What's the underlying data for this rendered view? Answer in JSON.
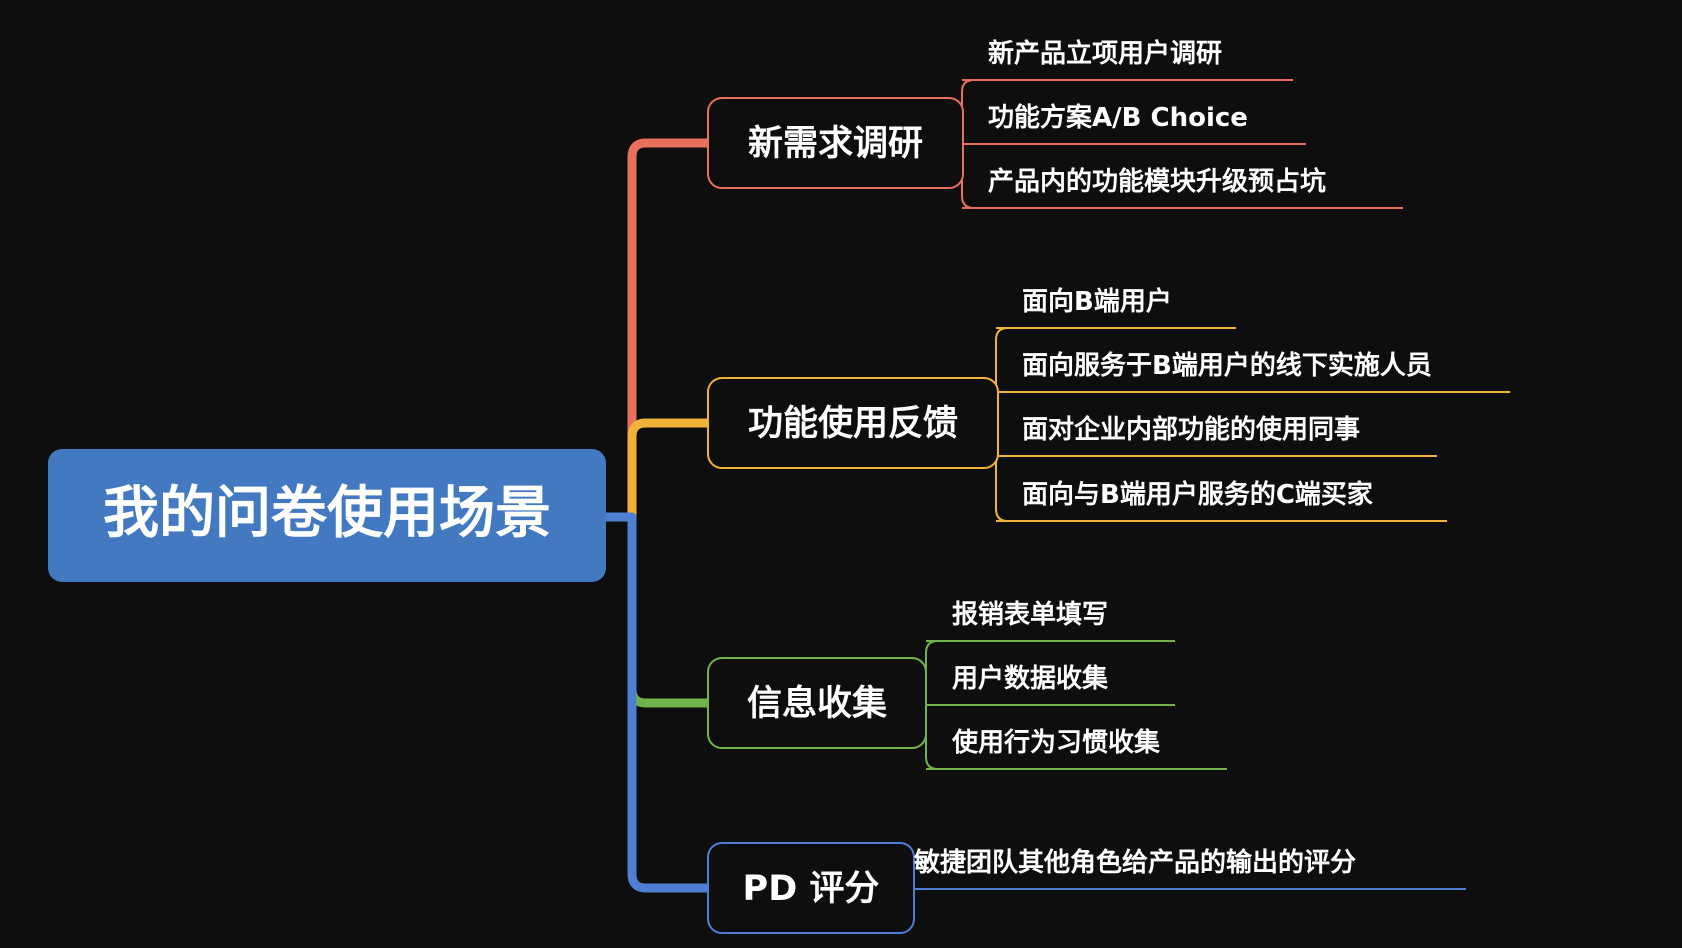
{
  "root": {
    "label": "我的问卷使用场景",
    "color": "#4379c0"
  },
  "branches": [
    {
      "label": "新需求调研",
      "color": "#e8705c",
      "leaves": [
        "新产品立项用户调研",
        "功能方案A/B Choice",
        "产品内的功能模块升级预占坑"
      ]
    },
    {
      "label": "功能使用反馈",
      "color": "#f0b238",
      "leaves": [
        "面向B端用户",
        "面向服务于B端用户的线下实施人员",
        "面对企业内部功能的使用同事",
        "面向与B端用户服务的C端买家"
      ]
    },
    {
      "label": "信息收集",
      "color": "#71b24a",
      "leaves": [
        "报销表单填写",
        "用户数据收集",
        "使用行为习惯收集"
      ]
    },
    {
      "label": "PD 评分",
      "color": "#4f7fd3",
      "leaves": [
        "敏捷团队其他角色给产品的输出的评分"
      ]
    }
  ]
}
